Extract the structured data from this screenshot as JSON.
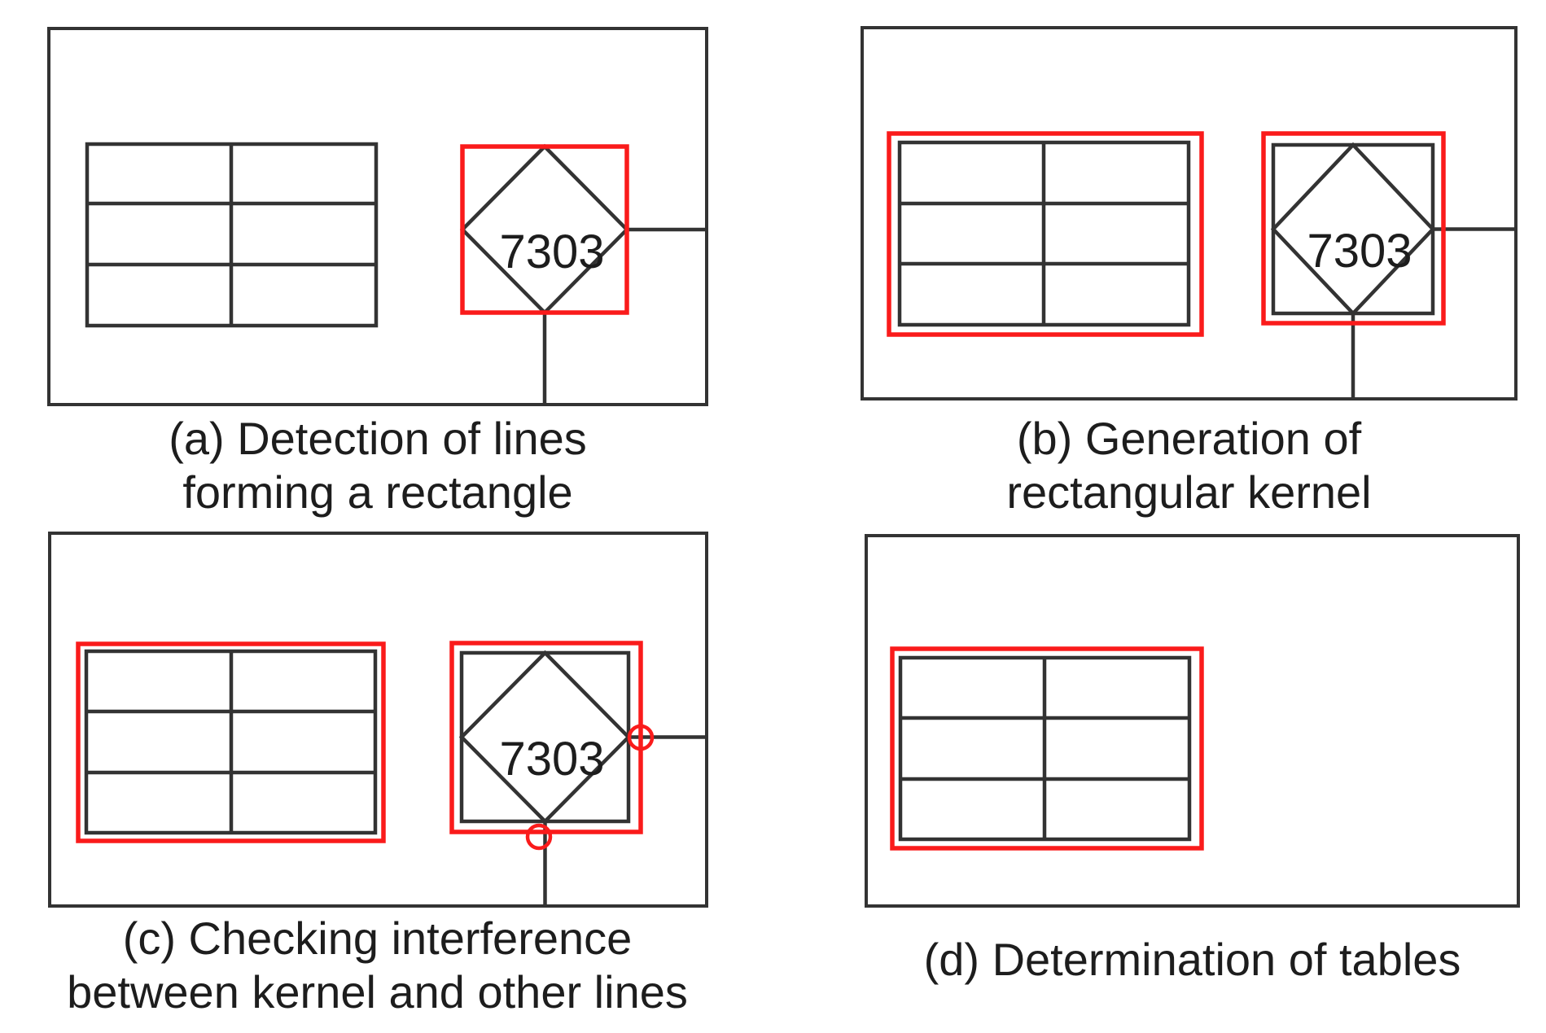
{
  "figure": {
    "symbol_text": "7303",
    "panels": [
      {
        "id": "a",
        "caption_line1": "(a) Detection of lines",
        "caption_line2": "forming a rectangle"
      },
      {
        "id": "b",
        "caption_line1": "(b) Generation of",
        "caption_line2": "rectangular kernel"
      },
      {
        "id": "c",
        "caption_line1": "(c) Checking interference",
        "caption_line2": "between kernel and other lines"
      },
      {
        "id": "d",
        "caption_line1": "(d) Determination of tables",
        "caption_line2": ""
      }
    ],
    "colors": {
      "line": "#333333",
      "kernel": "#fa1b1b",
      "text": "#1d1d1d",
      "background": "#ffffff"
    }
  }
}
